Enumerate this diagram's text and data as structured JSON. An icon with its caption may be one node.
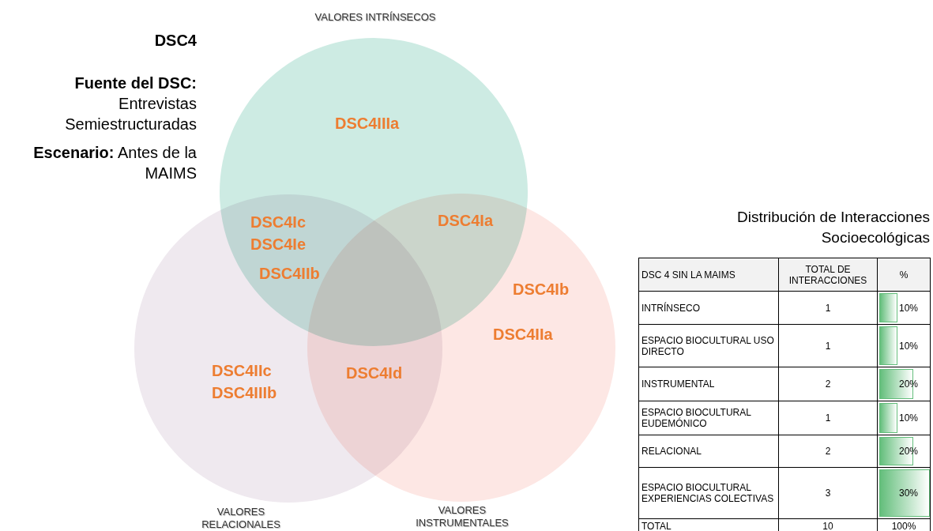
{
  "diagram": {
    "nodes": [
      {
        "text": [
          "VALORES INTRÍNSECOS"
        ]
      },
      {
        "text": [
          "VALORES RELACIONALES"
        ]
      },
      {
        "text": [
          "VALORES INSTRUMENTALES"
        ]
      }
    ],
    "labels": [
      "DSC4",
      "**Fuente del DSC:** Entrevistas Semiestructuradas",
      "**Escenario:** Antes de la MAIMS",
      "DSC4IIIa",
      "DSC4Ic",
      "DSC4Ie",
      "DSC4Ia",
      "DSC4IIb",
      "DSC4Ib",
      "DSC4IIa",
      "DSC4IIc",
      "DSC4Id",
      "DSC4IIIb",
      "Distribución de Interacciones Socioecológicas",
      "DSC 4 SIN LA MAIMS",
      "TOTAL DE INTERACCIONES",
      "%",
      "INTRÍNSECO",
      "1",
      "10%",
      "ESPACIO BIOCULTURAL USO DIRECTO",
      "1",
      "10%",
      "INSTRUMENTAL",
      "2",
      "20%",
      "ESPACIO BIOCULTURAL EUDEMÓNICO",
      "1",
      "10%",
      "RELACIONAL",
      "2",
      "20%",
      "ESPACIO BIOCULTURAL EXPERIENCIAS COLECTIVAS",
      "3",
      "30%",
      "TOTAL",
      "10",
      "100%"
    ]
  }
}
